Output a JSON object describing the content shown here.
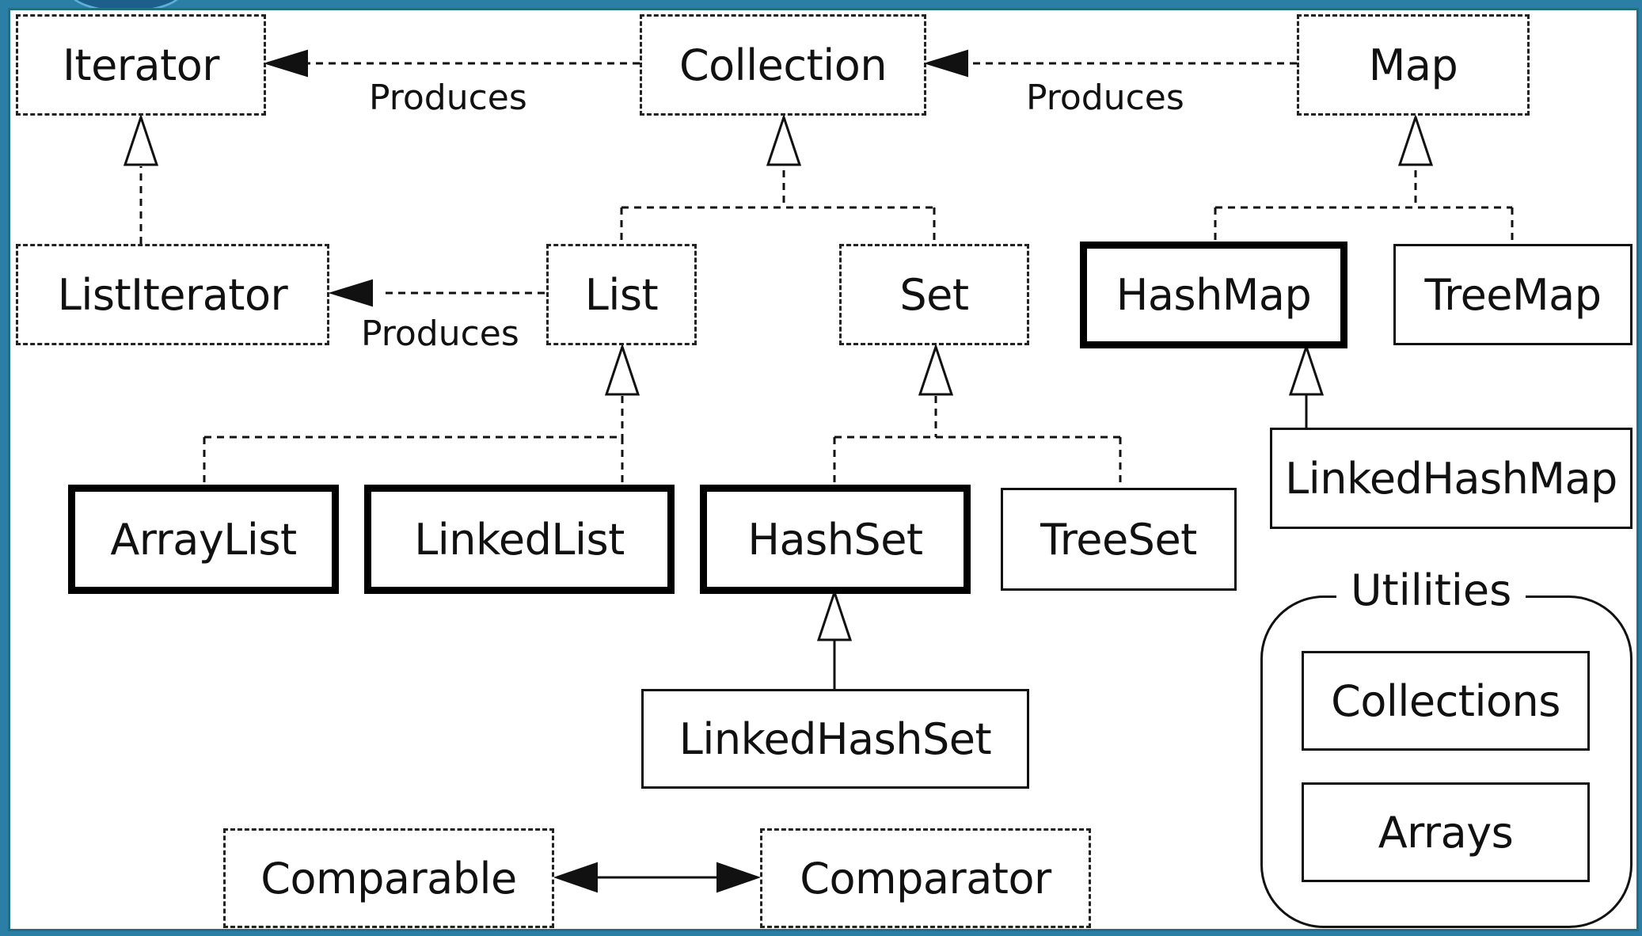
{
  "interfaces": {
    "iterator": "Iterator",
    "collection": "Collection",
    "map": "Map",
    "list_iterator": "ListIterator",
    "list": "List",
    "set": "Set",
    "comparable": "Comparable",
    "comparator": "Comparator"
  },
  "classes": {
    "hash_map": "HashMap",
    "tree_map": "TreeMap",
    "linked_hash_map": "LinkedHashMap",
    "array_list": "ArrayList",
    "linked_list": "LinkedList",
    "hash_set": "HashSet",
    "tree_set": "TreeSet",
    "linked_hash_set": "LinkedHashSet"
  },
  "relations": {
    "collection_produces_iterator": "Produces",
    "map_produces_collection": "Produces",
    "list_produces_list_iterator": "Produces"
  },
  "utilities": {
    "title": "Utilities",
    "collections": "Collections",
    "arrays": "Arrays"
  },
  "colors": {
    "frame_border": "#1f6f86",
    "background_edge": "#2b7fa6",
    "line": "#111111"
  }
}
